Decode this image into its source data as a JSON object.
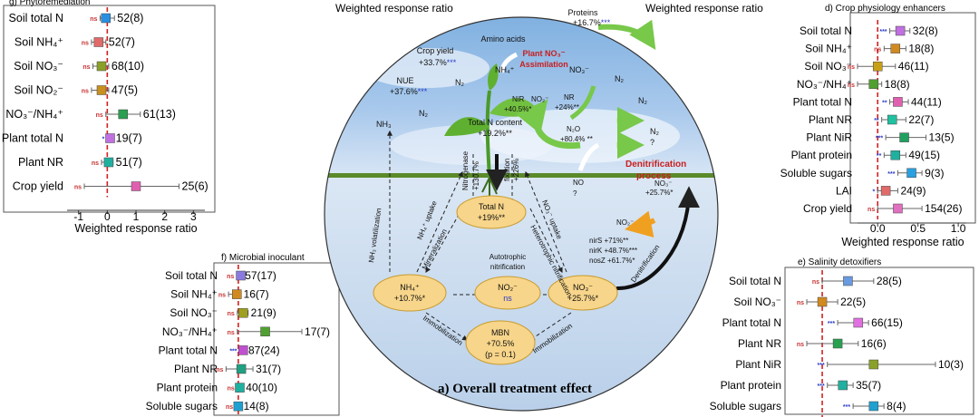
{
  "colors": {
    "zero_line": "#d42020",
    "star": "#2a3cc8",
    "ns": "#c83232",
    "ellipse": "#f7d58a",
    "ellipse_edge": "#c89b2e",
    "sky": "#b9d3ee",
    "soil": "#c9dcef"
  },
  "center": {
    "caption": "a) Overall treatment effect",
    "header_left": "Weighted response ratio",
    "header_right": "Weighted response ratio",
    "labels": {
      "amino": "Amino acids",
      "proteins": "Proteins",
      "proteins_val": "+16.7%",
      "proteins_sig": "***",
      "assim1": "Plant NO₃⁻",
      "assim2": "Assimilation",
      "cropyield": "Crop yield",
      "cropyield_val": "+33.7%",
      "cropyield_sig": "***",
      "nue": "NUE",
      "nue_val": "+37.6%",
      "nue_sig": "***",
      "nh4_top": "NH₄⁺",
      "no3_top": "NO₃⁻",
      "n2_a": "N₂",
      "n2_b": "N₂",
      "n2_c": "N₂",
      "n2_d": "N₂",
      "n2_e": "N₂",
      "q": "?",
      "nh3": "NH₃",
      "nir": "NiR",
      "nir_val": "+40.5%*",
      "no2_mid": "NO₂⁻",
      "nr": "NR",
      "nr_val": "+24%**",
      "totaln": "Total N content",
      "totaln_val": "+19.2%**",
      "n2o": "N₂O",
      "n2o_val": "+80.4% **",
      "denit1": "Denitrification",
      "denit2": "process",
      "no": "NO",
      "no_q": "?",
      "no3_right": "NO₃⁻",
      "no3_right_val": "+25.7%*",
      "no2_right": "NO₂⁻",
      "nirs": "nirS +71%**",
      "nirk": "nirK +48.7%***",
      "nosz": "nosZ +61.7%*",
      "nitrogenase": "Nitrogenase",
      "nitrogenase_val": "+130.7%",
      "fixation": "fixation",
      "fixation_val": "+226%",
      "nh3_volat": "NH₃ volatilization",
      "nh4_uptake": "NH₄⁺ uptake",
      "no3_uptake": "NO₃⁻ uptake",
      "mineral": "Mineralization",
      "hetero": "Heterotrophic nitrification",
      "auto1": "Autotrophic",
      "auto2": "nitrification",
      "immob1": "Immobilization",
      "immob2": "Immobilization",
      "denit_arrow": "Denitrification",
      "soil_totn": "Total N",
      "soil_totn_val": "+19%**",
      "soil_nh4": "NH₄⁺",
      "soil_nh4_val": "+10.7%*",
      "soil_no2": "NO₂⁻",
      "soil_no2_val": "ns",
      "soil_no3": "NO₃⁻",
      "soil_no3_val": "+25.7%*",
      "mbn": "MBN",
      "mbn_val": "+70.5%",
      "mbn_p": "(p = 0.1)"
    }
  },
  "chart_data": [
    {
      "type": "forest",
      "title": "g) Phytoremediation",
      "xlabel": "Weighted response ratio",
      "xlim": [
        -1.4,
        3.4
      ],
      "xticks": [
        "-1",
        "0",
        "1",
        "2",
        "3"
      ],
      "rows": [
        {
          "label": "Soil total N",
          "est": -0.05,
          "lo": -0.25,
          "hi": 0.25,
          "n": "52(8)",
          "sig": "ns",
          "color": "#2a8fe0"
        },
        {
          "label": "Soil NH₄⁺",
          "est": -0.3,
          "lo": -0.55,
          "hi": -0.05,
          "n": "52(7)",
          "sig": "ns",
          "color": "#e06a6a"
        },
        {
          "label": "Soil NO₃⁻",
          "est": -0.2,
          "lo": -0.5,
          "hi": 0.05,
          "n": "68(10)",
          "sig": "ns",
          "color": "#8aa028"
        },
        {
          "label": "Soil NO₂⁻",
          "est": -0.2,
          "lo": -0.55,
          "hi": 0.05,
          "n": "47(5)",
          "sig": "ns",
          "color": "#c89020"
        },
        {
          "label": "NO₃⁻/NH₄⁺",
          "est": 0.55,
          "lo": -0.05,
          "hi": 1.15,
          "n": "61(13)",
          "sig": "ns",
          "color": "#28a050"
        },
        {
          "label": "Plant total N",
          "est": 0.1,
          "lo": 0.0,
          "hi": 0.2,
          "n": "19(7)",
          "sig": "*",
          "color": "#c070e0"
        },
        {
          "label": "Plant NR",
          "est": 0.05,
          "lo": -0.2,
          "hi": 0.2,
          "n": "51(7)",
          "sig": "ns",
          "color": "#20b0a0"
        },
        {
          "label": "Crop yield",
          "est": 1.0,
          "lo": -0.8,
          "hi": 2.5,
          "n": "25(6)",
          "sig": "ns",
          "color": "#e060b0"
        }
      ]
    },
    {
      "type": "forest",
      "title": "f) Microbial inoculant",
      "xlabel": "",
      "xlim": [
        -0.35,
        1.8
      ],
      "xticks": [],
      "rows": [
        {
          "label": "Soil total N",
          "est": 0.05,
          "lo": -0.03,
          "hi": 0.08,
          "n": "57(17)",
          "sig": "ns",
          "color": "#8a7ae0"
        },
        {
          "label": "Soil NH₄⁺",
          "est": -0.03,
          "lo": -0.2,
          "hi": 0.05,
          "n": "16(7)",
          "sig": "ns",
          "color": "#d08a20"
        },
        {
          "label": "Soil NO₃⁻",
          "est": 0.1,
          "lo": -0.02,
          "hi": 0.2,
          "n": "21(9)",
          "sig": "ns",
          "color": "#a0a020"
        },
        {
          "label": "NO₃⁻/NH₄⁺",
          "est": 0.55,
          "lo": -0.02,
          "hi": 1.3,
          "n": "17(7)",
          "sig": "ns",
          "color": "#50a030"
        },
        {
          "label": "Plant total N",
          "est": 0.1,
          "lo": 0.03,
          "hi": 0.15,
          "n": "87(24)",
          "sig": "***",
          "color": "#c050d0"
        },
        {
          "label": "Plant NR",
          "est": 0.06,
          "lo": -0.25,
          "hi": 0.3,
          "n": "31(7)",
          "sig": "ns",
          "color": "#20a080"
        },
        {
          "label": "Plant protein",
          "est": 0.03,
          "lo": -0.02,
          "hi": 0.1,
          "n": "40(10)",
          "sig": "ns",
          "color": "#20b0a0"
        },
        {
          "label": "Soluble sugars",
          "est": 0.0,
          "lo": -0.05,
          "hi": 0.05,
          "n": "14(8)",
          "sig": "ns",
          "color": "#20a0d0"
        }
      ]
    },
    {
      "type": "forest",
      "title": "d) Crop physiology enhancers",
      "xlabel": "Weighted response ratio",
      "xlim": [
        -0.25,
        1.1
      ],
      "xticks": [
        "0.0",
        "0.5",
        "1.0"
      ],
      "rows": [
        {
          "label": "Soil total N",
          "est": 0.28,
          "lo": 0.15,
          "hi": 0.4,
          "n": "32(8)",
          "sig": "***",
          "color": "#c070e0"
        },
        {
          "label": "Soil NH₄⁺",
          "est": 0.22,
          "lo": 0.08,
          "hi": 0.35,
          "n": "18(8)",
          "sig": "ns",
          "color": "#d08a20"
        },
        {
          "label": "Soil NO₃⁻",
          "est": 0.0,
          "lo": -0.25,
          "hi": 0.22,
          "n": "46(11)",
          "sig": "ns",
          "color": "#c8a018"
        },
        {
          "label": "NO₃⁻/NH₄⁺",
          "est": -0.05,
          "lo": -0.25,
          "hi": 0.05,
          "n": "18(8)",
          "sig": "ns",
          "color": "#50a030"
        },
        {
          "label": "Plant total N",
          "est": 0.25,
          "lo": 0.15,
          "hi": 0.38,
          "n": "44(11)",
          "sig": "**",
          "color": "#e060b0"
        },
        {
          "label": "Plant NR",
          "est": 0.18,
          "lo": 0.05,
          "hi": 0.35,
          "n": "22(7)",
          "sig": "**",
          "color": "#20c0a0"
        },
        {
          "label": "Plant NiR",
          "est": 0.33,
          "lo": 0.1,
          "hi": 0.6,
          "n": "13(5)",
          "sig": "***",
          "color": "#20a060"
        },
        {
          "label": "Plant protein",
          "est": 0.22,
          "lo": 0.08,
          "hi": 0.35,
          "n": "49(15)",
          "sig": "**",
          "color": "#20b0a0"
        },
        {
          "label": "Soluble sugars",
          "est": 0.42,
          "lo": 0.25,
          "hi": 0.55,
          "n": "9(3)",
          "sig": "***",
          "color": "#2aa0e0"
        },
        {
          "label": "LAI",
          "est": 0.1,
          "lo": 0.0,
          "hi": 0.25,
          "n": "24(9)",
          "sig": "*",
          "color": "#e06a6a"
        },
        {
          "label": "Crop yield",
          "est": 0.25,
          "lo": 0.0,
          "hi": 0.55,
          "n": "154(26)",
          "sig": "ns",
          "color": "#e070c0"
        }
      ]
    },
    {
      "type": "forest",
      "title": "e) Salinity detoxifiers",
      "xlabel": "",
      "xlim": [
        -0.3,
        1.4
      ],
      "xticks": [],
      "rows": [
        {
          "label": "Soil total N",
          "est": 0.25,
          "lo": 0.0,
          "hi": 0.5,
          "n": "28(5)",
          "sig": "ns",
          "color": "#6a9ae0"
        },
        {
          "label": "Soil NO₃⁻",
          "est": 0.0,
          "lo": -0.15,
          "hi": 0.15,
          "n": "22(5)",
          "sig": "ns",
          "color": "#d08a20"
        },
        {
          "label": "Plant total N",
          "est": 0.35,
          "lo": 0.15,
          "hi": 0.45,
          "n": "66(15)",
          "sig": "***",
          "color": "#e070e0"
        },
        {
          "label": "Plant NR",
          "est": 0.15,
          "lo": -0.15,
          "hi": 0.35,
          "n": "16(6)",
          "sig": "ns",
          "color": "#28a050"
        },
        {
          "label": "Plant NiR",
          "est": 0.5,
          "lo": 0.05,
          "hi": 1.1,
          "n": "10(3)",
          "sig": "***",
          "color": "#8aa028"
        },
        {
          "label": "Plant protein",
          "est": 0.2,
          "lo": 0.05,
          "hi": 0.3,
          "n": "35(7)",
          "sig": "***",
          "color": "#20b0a0"
        },
        {
          "label": "Soluble sugars",
          "est": 0.5,
          "lo": 0.3,
          "hi": 0.6,
          "n": "8(4)",
          "sig": "***",
          "color": "#20a0d0"
        }
      ]
    }
  ]
}
